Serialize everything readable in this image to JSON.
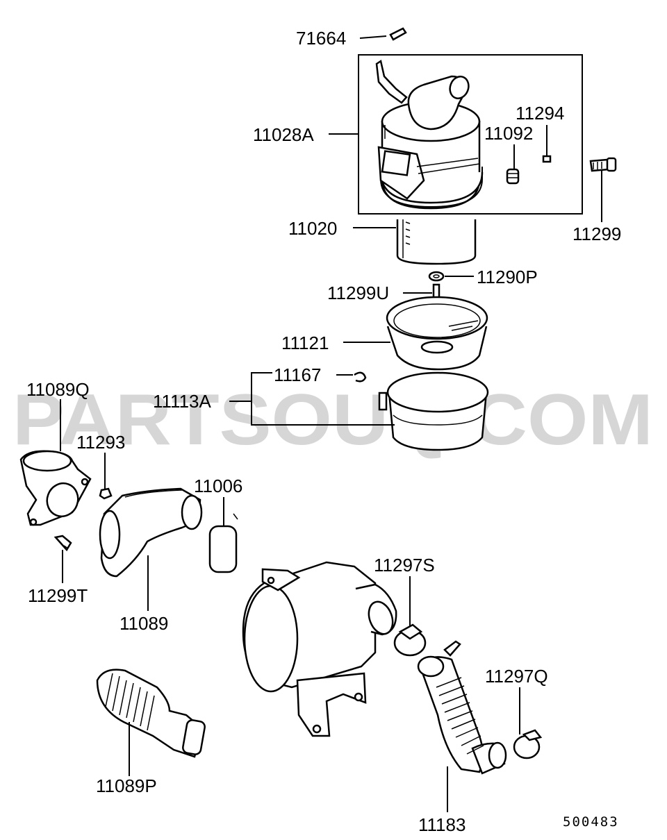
{
  "watermark": "PARTSOUQ.COM",
  "diagram_code": "500483",
  "parts": {
    "p71664": "71664",
    "p11028A": "11028A",
    "p11294": "11294",
    "p11092": "11092",
    "p11299": "11299",
    "p11020": "11020",
    "p11290P": "11290P",
    "p11299U": "11299U",
    "p11121": "11121",
    "p11167": "11167",
    "p11113A": "11113A",
    "p11089Q": "11089Q",
    "p11293": "11293",
    "p11006": "11006",
    "p11299T": "11299T",
    "p11089": "11089",
    "p11297S": "11297S",
    "p11297Q": "11297Q",
    "p11089P": "11089P",
    "p11183": "11183"
  }
}
